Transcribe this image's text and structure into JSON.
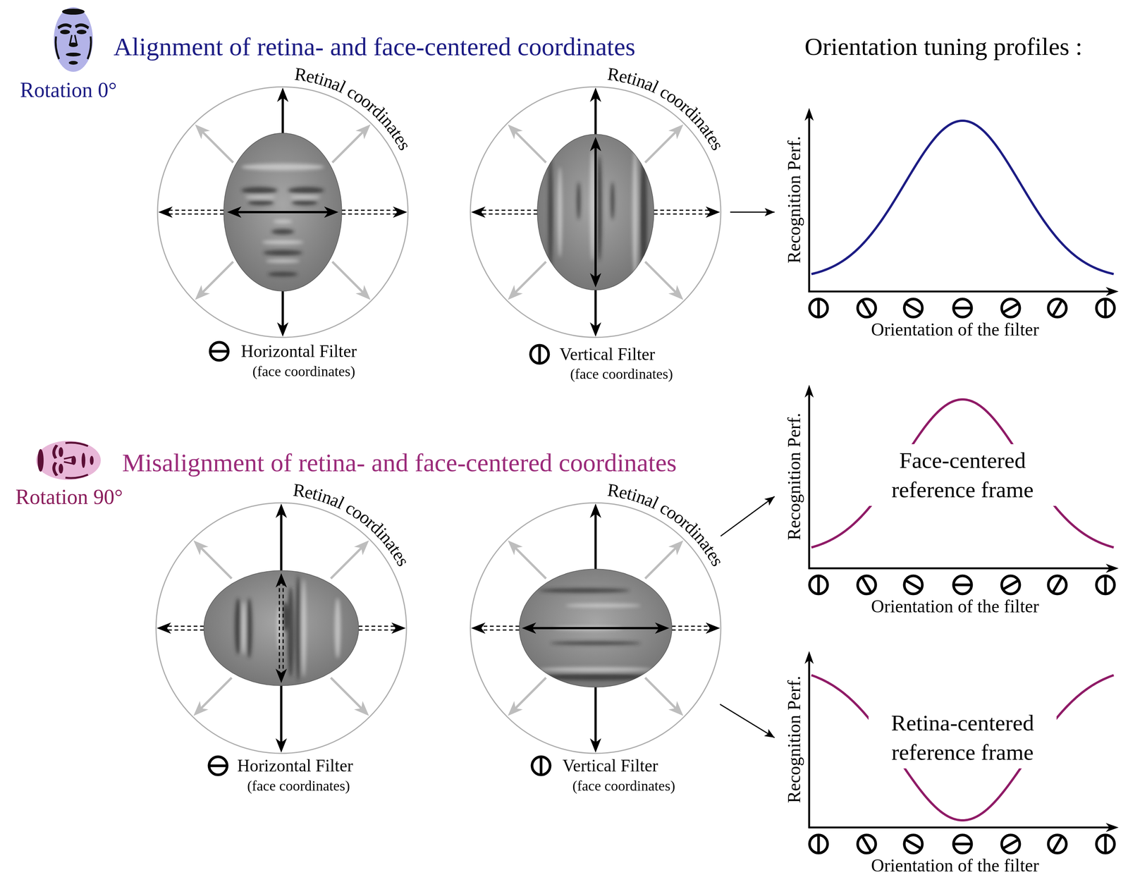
{
  "diagram": {
    "nodes": [
      {
        "text": [
          "Retinal coordinates",
          "Horizontal Filter",
          "(face coordinates)"
        ]
      },
      {
        "text": [
          "Retinal coordinates",
          "Vertical Filter",
          "(face coordinates)"
        ]
      },
      {
        "text": [
          "Recognition Perf.",
          "Orientation of the filter"
        ]
      },
      {
        "text": [
          "Retinal coordinates",
          "Horizontal Filter",
          "(face coordinates)"
        ]
      },
      {
        "text": [
          "Retinal coordinates",
          "Vertical Filter",
          "(face coordinates)"
        ]
      },
      {
        "text": [
          "Face-centered reference frame",
          "Recognition Perf.",
          "Orientation of the filter"
        ]
      },
      {
        "text": [
          "Retina-centered reference frame",
          "Recognition Perf.",
          "Orientation of the filter"
        ]
      }
    ],
    "edges": [
      {
        "from": 1,
        "to": 2,
        "arrow": "to"
      },
      {
        "from": 4,
        "to": 5,
        "arrow": "to"
      },
      {
        "from": 4,
        "to": 6,
        "arrow": "to"
      }
    ],
    "labels": [
      "Alignment of retina- and face-centered coordinates",
      "Rotation 0°",
      "Orientation tuning profiles :",
      "Misalignment of retina- and face-centered coordinates",
      "Rotation 90°"
    ]
  }
}
